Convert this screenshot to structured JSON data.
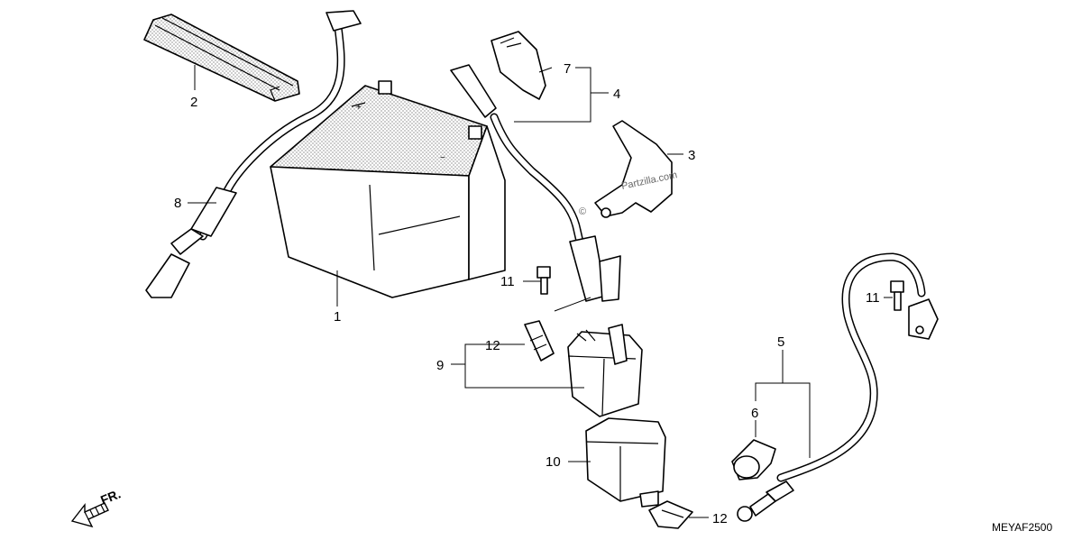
{
  "callouts": {
    "c1": "1",
    "c2": "2",
    "c3": "3",
    "c4": "4",
    "c5": "5",
    "c6": "6",
    "c7": "7",
    "c8": "8",
    "c9": "9",
    "c10": "10",
    "c11a": "11",
    "c11b": "11",
    "c12a": "12",
    "c12b": "12"
  },
  "direction_label": "FR.",
  "diagram_code": "MEYAF2500",
  "watermark_symbol": "©",
  "watermark_text": "Partzilla.com"
}
